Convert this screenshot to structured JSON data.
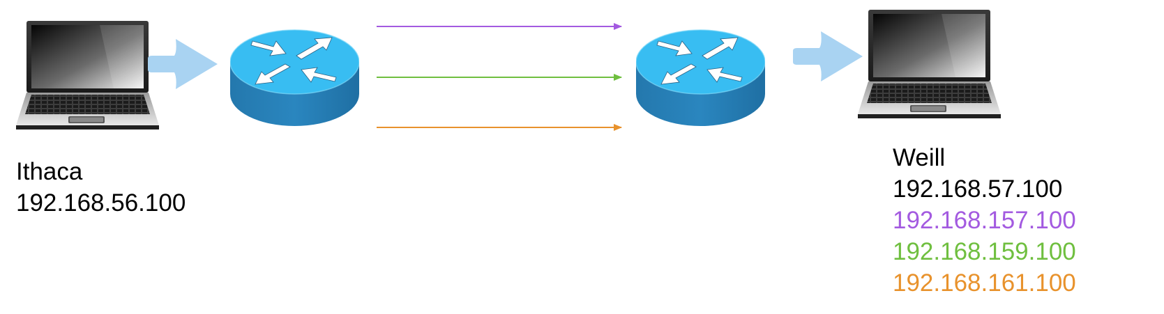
{
  "hosts": {
    "left": {
      "name": "Ithaca",
      "ip": "192.168.56.100"
    },
    "right": {
      "name": "Weill",
      "ip": "192.168.57.100",
      "extra_ips": [
        {
          "ip": "192.168.157.100",
          "color": "#a35ae0"
        },
        {
          "ip": "192.168.159.100",
          "color": "#6fbf3f"
        },
        {
          "ip": "192.168.161.100",
          "color": "#e8922c"
        }
      ]
    }
  },
  "paths": [
    {
      "color": "#a35ae0"
    },
    {
      "color": "#6fbf3f"
    },
    {
      "color": "#e8922c"
    }
  ],
  "icons": {
    "laptop": "laptop-icon",
    "router": "router-icon",
    "flow_arrow": "flow-arrow-icon"
  }
}
